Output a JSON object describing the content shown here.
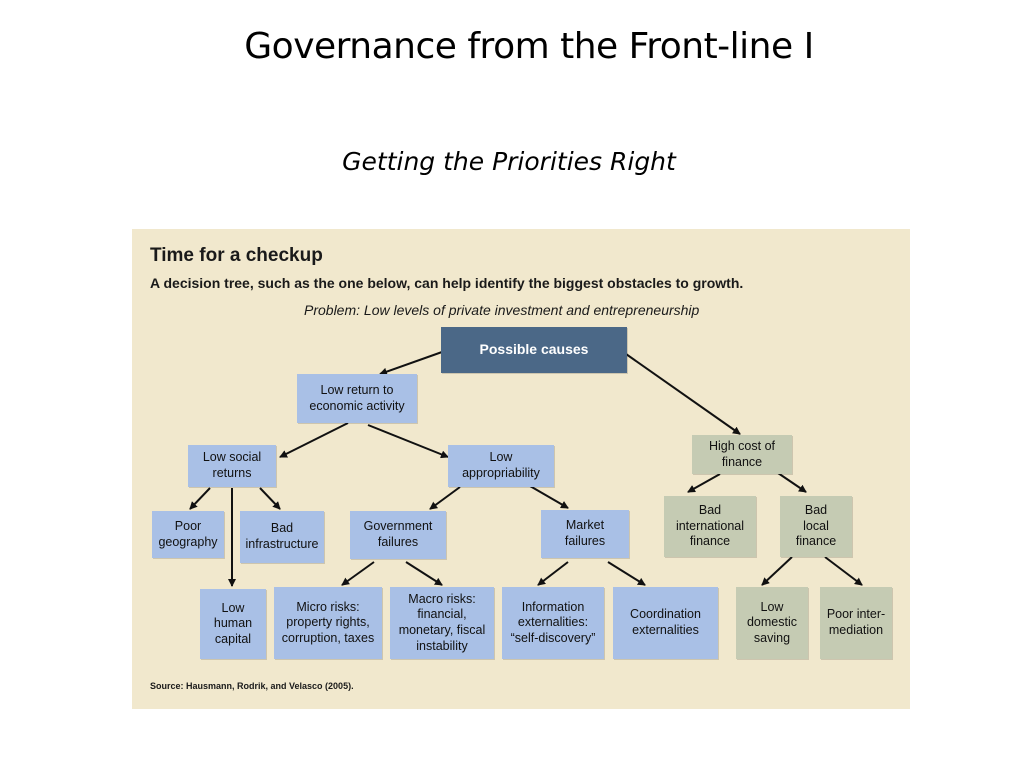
{
  "slide": {
    "title": "Governance from the Front-line I",
    "subtitle": "Getting the Priorities Right"
  },
  "panel": {
    "title": "Time for a checkup",
    "description": "A decision tree, such as the one below, can help identify the biggest obstacles to growth.",
    "problem": "Problem: Low levels of private investment and entrepreneurship",
    "source": "Source: Hausmann, Rodrik, and Velasco (2005)."
  },
  "nodes": {
    "possible_causes": "Possible causes",
    "low_return": "Low return to\neconomic activity",
    "high_cost_finance": "High cost of\nfinance",
    "low_social_returns": "Low social\nreturns",
    "low_appropriability": "Low\nappropriability",
    "bad_international_finance": "Bad\ninternational\nfinance",
    "bad_local_finance": "Bad\nlocal\nfinance",
    "poor_geography": "Poor\ngeography",
    "bad_infrastructure": "Bad\ninfrastructure",
    "government_failures": "Government\nfailures",
    "market_failures": "Market\nfailures",
    "low_human_capital": "Low\nhuman\ncapital",
    "micro_risks": "Micro risks:\nproperty rights,\ncorruption, taxes",
    "macro_risks": "Macro risks:\nfinancial,\nmonetary, fiscal\ninstability",
    "information_externalities": "Information\nexternalities:\n“self-discovery”",
    "coordination_externalities": "Coordination\nexternalities",
    "low_domestic_saving": "Low\ndomestic\nsaving",
    "poor_intermediation": "Poor inter-\nmediation"
  },
  "colors": {
    "panel_background": "#f1e8cd",
    "blue_node": "#a9c0e6",
    "green_node": "#c5cbb3",
    "root_node": "#4b6887"
  }
}
